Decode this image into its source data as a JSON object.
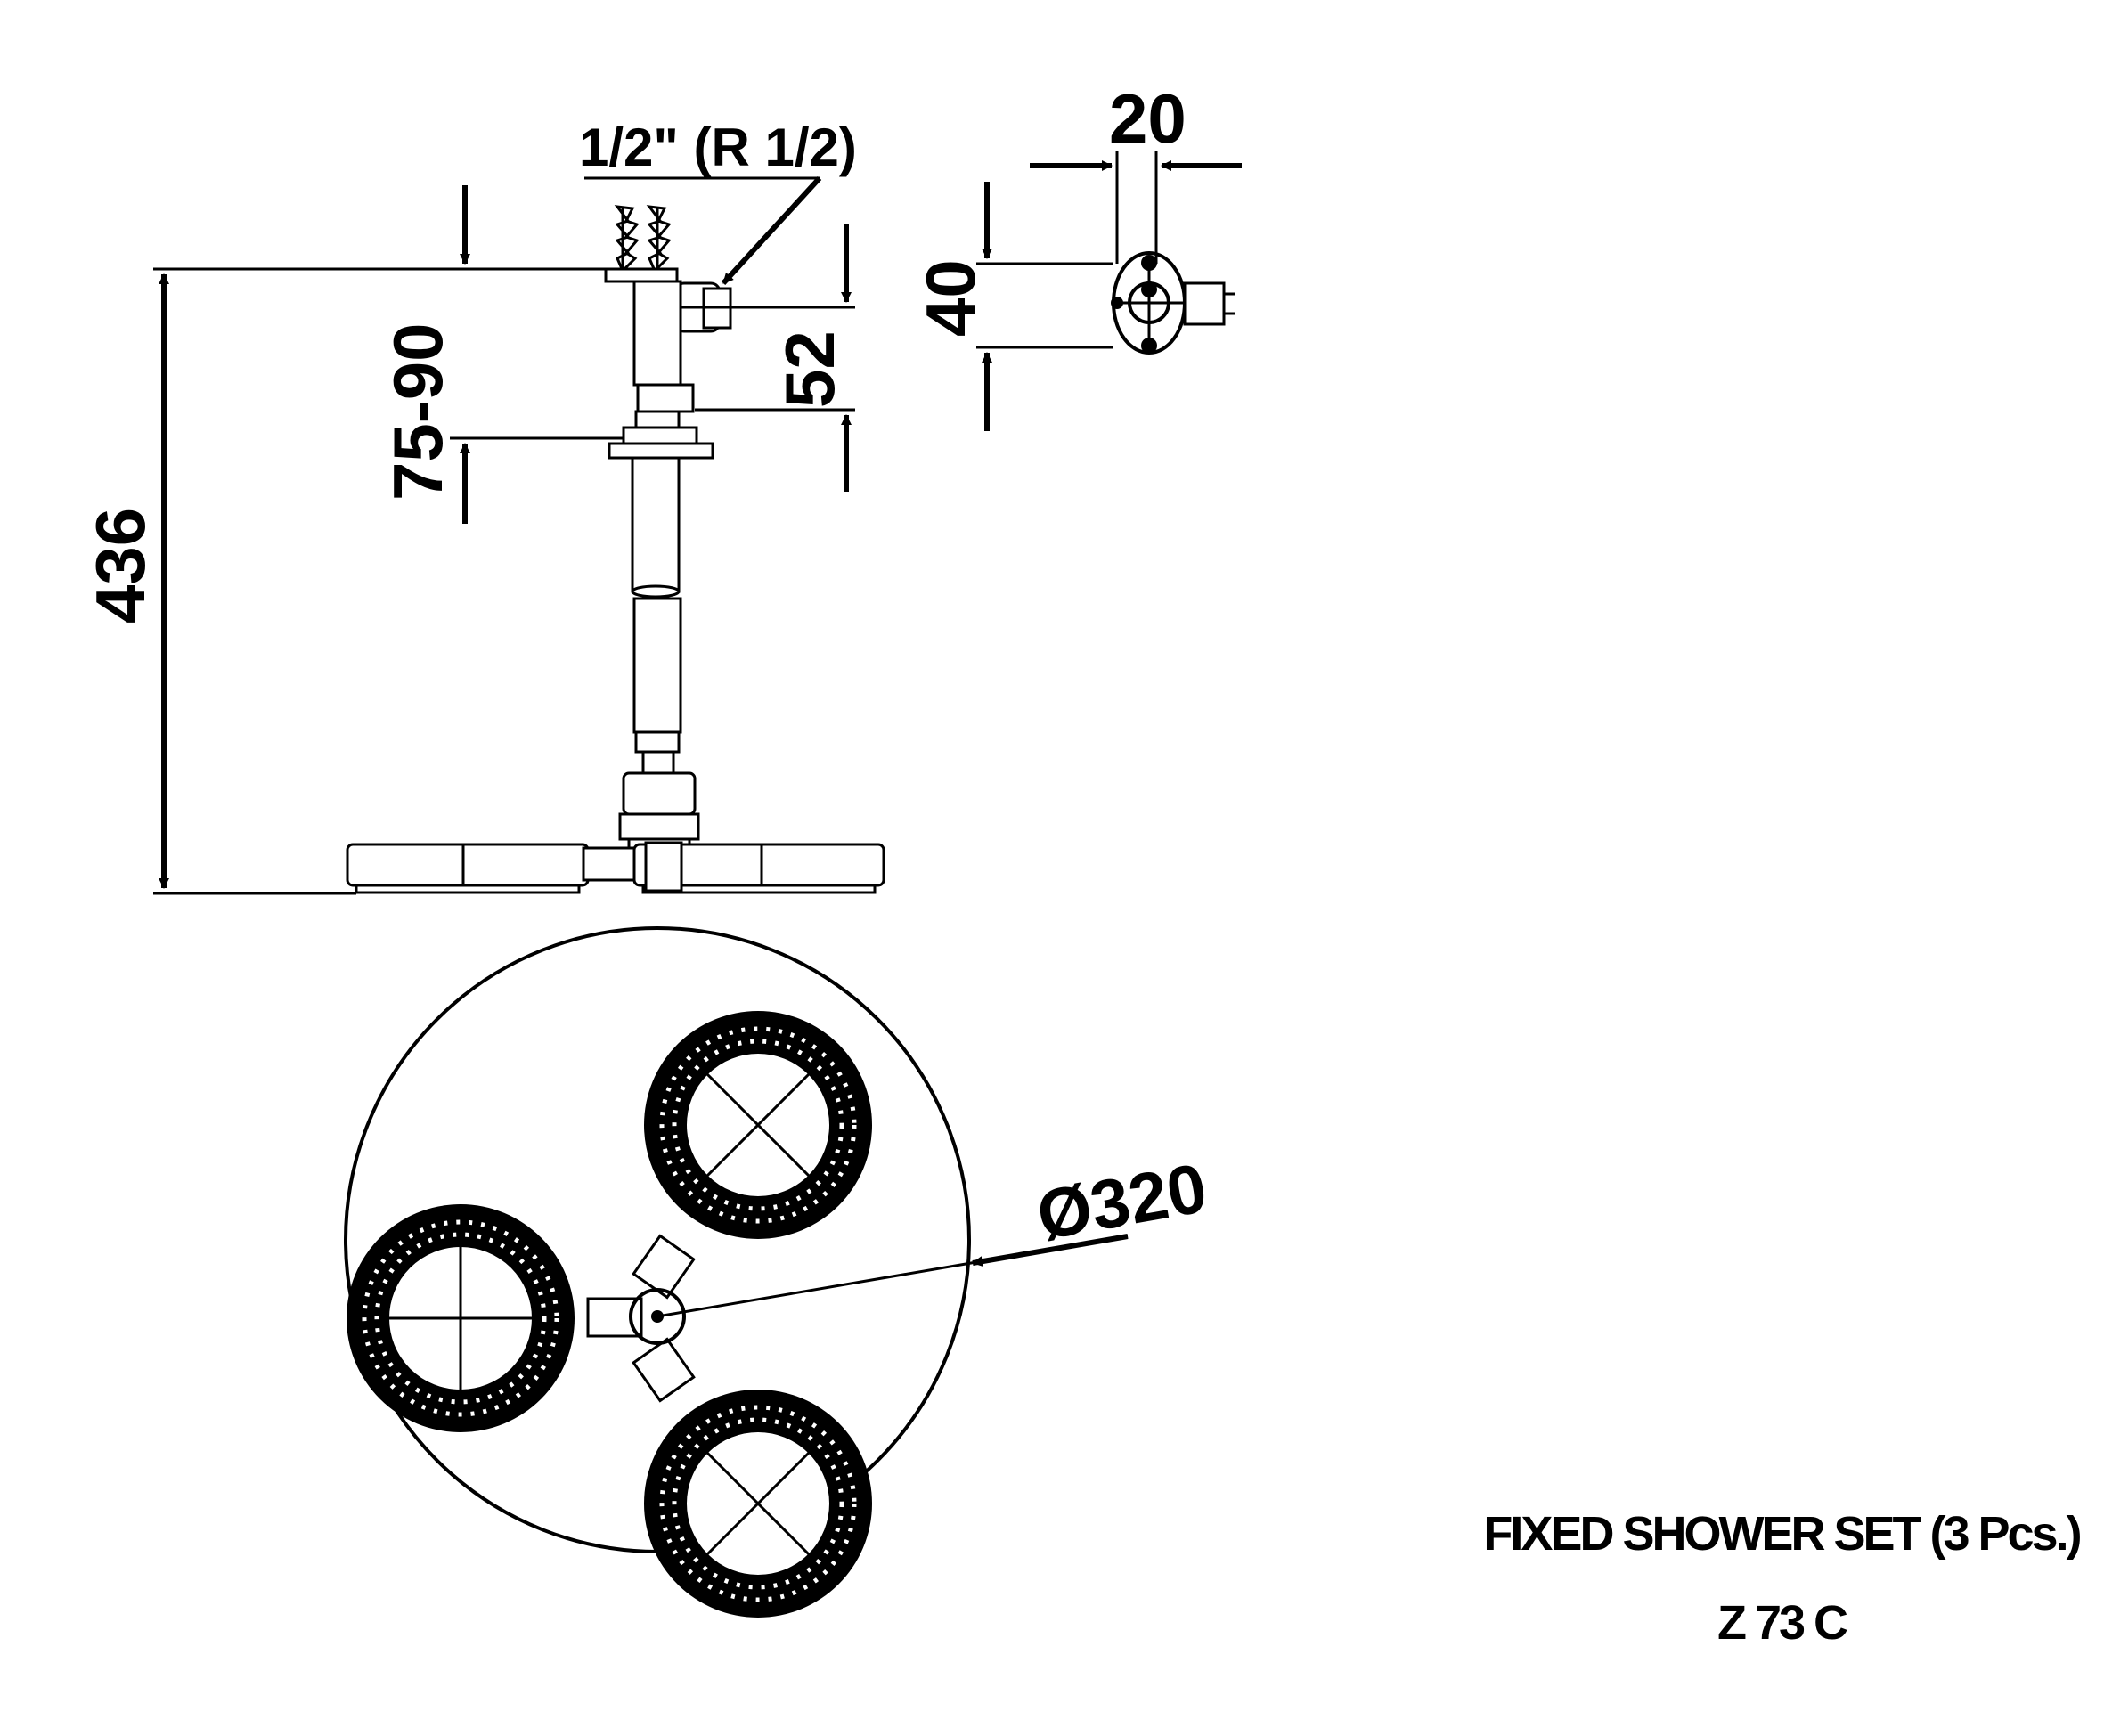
{
  "dimensions": {
    "thread_size": "1/2\" (R 1/2)",
    "total_height": "436",
    "ceiling_adjust": "75-90",
    "outlet_offset": "52",
    "flange_width": "20",
    "flange_height": "40",
    "overall_diameter": "Ø320"
  },
  "title": {
    "line1": "FIXED SHOWER SET (3 Pcs.)",
    "line2": "Z 73 C"
  },
  "colors": {
    "line": "#000000",
    "background": "#ffffff"
  }
}
